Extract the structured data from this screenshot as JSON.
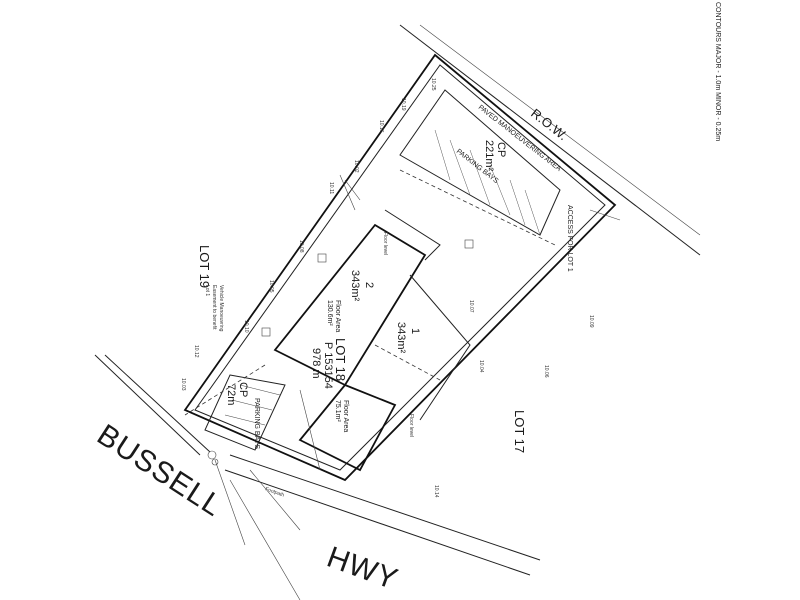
{
  "legend": {
    "contours": "CONTOURS MAJOR - 1.0m MINOR - 0.25m"
  },
  "roads": {
    "row": "R.O.W.",
    "bussell": "BUSSELL",
    "hwy": "HWY"
  },
  "lots": {
    "lot19": "LOT 19",
    "lot17": "LOT 17",
    "lot18": "LOT 18",
    "plan_no": "P 153154",
    "lot18_area": "978 m"
  },
  "common_property_rear": {
    "label": "CP",
    "area": "221m²",
    "maneuvering": "PAVED MANOEUVERING AREA",
    "parking": "PARKING BAYS",
    "access": "ACCESS FOR LOT 1"
  },
  "common_property_front": {
    "label": "CP",
    "area": "72m",
    "parking": "PARKING BAYS"
  },
  "unit2": {
    "number": "2",
    "area": "343m²",
    "floor_area_label": "Floor Area",
    "floor_area": "130.6m²",
    "floor_level": "Floor level"
  },
  "unit1": {
    "number": "1",
    "area": "343m²",
    "floor_area_label": "Floor Area",
    "floor_area": "75.1m²",
    "floor_level": "Floor level"
  },
  "easement": {
    "line1": "Vehicle Manoeuvring",
    "line2": "Easement to benefit",
    "line3": "Lot 1"
  },
  "footpath": "Footpath",
  "spot_levels": [
    "10.25",
    "10.19",
    "10.16",
    "10.02",
    "10.11",
    "10.08",
    "10.05",
    "10.10",
    "10.12",
    "10.03",
    "10.07",
    "10.04",
    "10.06",
    "10.09",
    "10.14"
  ]
}
